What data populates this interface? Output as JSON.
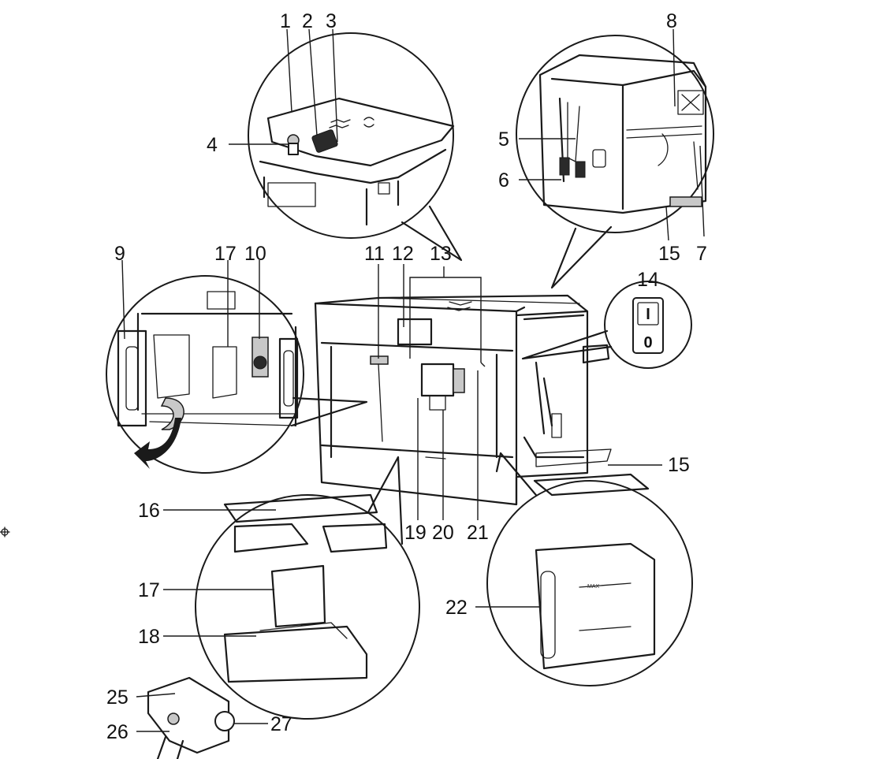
{
  "callouts": {
    "c1": "1",
    "c2": "2",
    "c3": "3",
    "c4": "4",
    "c5": "5",
    "c6": "6",
    "c7": "7",
    "c8": "8",
    "c9": "9",
    "c10": "10",
    "c11": "11",
    "c12": "12",
    "c13": "13",
    "c14": "14",
    "c15a": "15",
    "c15b": "15",
    "c16": "16",
    "c17a": "17",
    "c17b": "17",
    "c18": "18",
    "c19": "19",
    "c20": "20",
    "c21": "21",
    "c22": "22",
    "c25": "25",
    "c26": "26",
    "c27": "27"
  },
  "switch": {
    "on_mark": "I",
    "off_mark": "0"
  },
  "tank": {
    "max_mark": "MAX"
  }
}
